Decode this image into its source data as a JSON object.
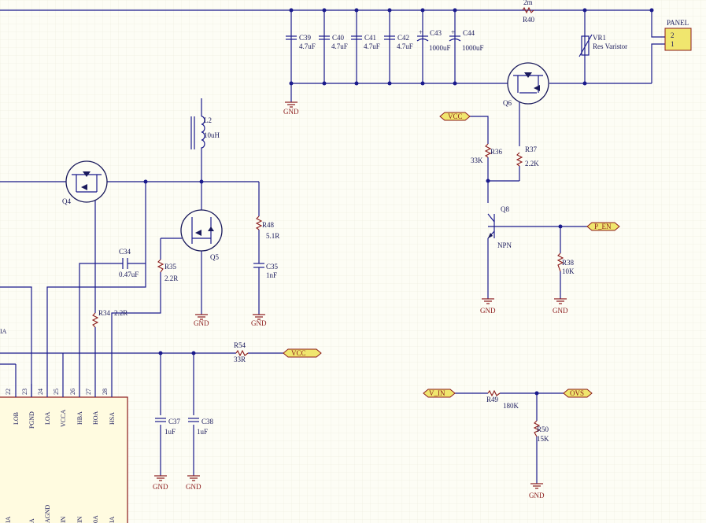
{
  "colors": {
    "wire": "#1a1a8c",
    "ground": "#8b1a1a",
    "port_fill": "#f0e66e",
    "background": "#fdfdf5"
  },
  "components": {
    "C39": {
      "ref": "C39",
      "value": "4.7uF"
    },
    "C40": {
      "ref": "C40",
      "value": "4.7uF"
    },
    "C41": {
      "ref": "C41",
      "value": "4.7uF"
    },
    "C42": {
      "ref": "C42",
      "value": "4.7uF"
    },
    "C43": {
      "ref": "C43",
      "value": "1000uF"
    },
    "C44": {
      "ref": "C44",
      "value": "1000uF"
    },
    "R40": {
      "ref": "R40",
      "value": "2m"
    },
    "VR1": {
      "ref": "VR1",
      "value": "Res Varistor"
    },
    "PANEL": {
      "ref": "PANEL",
      "pin2": "2",
      "pin1": "1"
    },
    "Q6": {
      "ref": "Q6"
    },
    "Q4": {
      "ref": "Q4"
    },
    "Q5": {
      "ref": "Q5"
    },
    "Q8": {
      "ref": "Q8",
      "type": "NPN"
    },
    "L2": {
      "ref": "L2",
      "value": "10uH"
    },
    "R36": {
      "ref": "R36",
      "value": "33K"
    },
    "R37": {
      "ref": "R37",
      "value": "2.2K"
    },
    "R38": {
      "ref": "R38",
      "value": "10K"
    },
    "R48": {
      "ref": "R48",
      "value": "5.1R"
    },
    "C35": {
      "ref": "C35",
      "value": "1nF"
    },
    "C34": {
      "ref": "C34",
      "value": "0.47uF"
    },
    "R35": {
      "ref": "R35",
      "value": "2.2R"
    },
    "R34": {
      "ref": "R34",
      "value": "2.2R"
    },
    "R54": {
      "ref": "R54",
      "value": "33R"
    },
    "C37": {
      "ref": "C37",
      "value": "1uF"
    },
    "C38": {
      "ref": "C38",
      "value": "1uF"
    },
    "R49": {
      "ref": "R49",
      "value": "180K"
    },
    "R50": {
      "ref": "R50",
      "value": "15K"
    }
  },
  "ports": {
    "vcc1": "VCC",
    "vcc2": "VCC",
    "p_en": "P_EN",
    "v_in": "V_IN",
    "ovs": "OVS"
  },
  "gnd_label": "GND",
  "ic": {
    "pins_top": [
      {
        "num": "22",
        "name": "LOB"
      },
      {
        "num": "23",
        "name": "PGND"
      },
      {
        "num": "24",
        "name": "LOA"
      },
      {
        "num": "25",
        "name": "VCCA"
      },
      {
        "num": "26",
        "name": "HBA"
      },
      {
        "num": "27",
        "name": "HOA"
      },
      {
        "num": "28",
        "name": "HSA"
      }
    ],
    "bottom_fragments": [
      "IA",
      "A",
      "AGND",
      "IN",
      "IN",
      "0A",
      "IA"
    ],
    "left_fragments": [
      "IA"
    ]
  }
}
